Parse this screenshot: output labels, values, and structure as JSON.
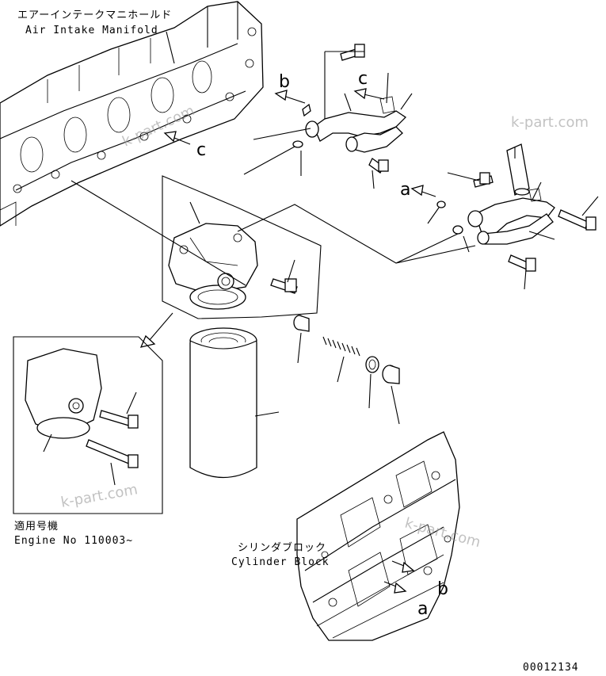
{
  "labels": {
    "manifold_jp": "エアーインテークマニホールド",
    "manifold_en": "Air Intake Manifold",
    "applicable_jp": "適用号機",
    "engine_no": "Engine No 110003~",
    "block_jp": "シリンダブロック",
    "block_en": "Cylinder Block",
    "drawing_no": "00012134"
  },
  "callouts": {
    "a": "a",
    "b": "b",
    "c": "c"
  },
  "watermark": "k-part.com",
  "colors": {
    "line": "#000000",
    "background": "#ffffff",
    "watermark": "#9a9a9a"
  }
}
